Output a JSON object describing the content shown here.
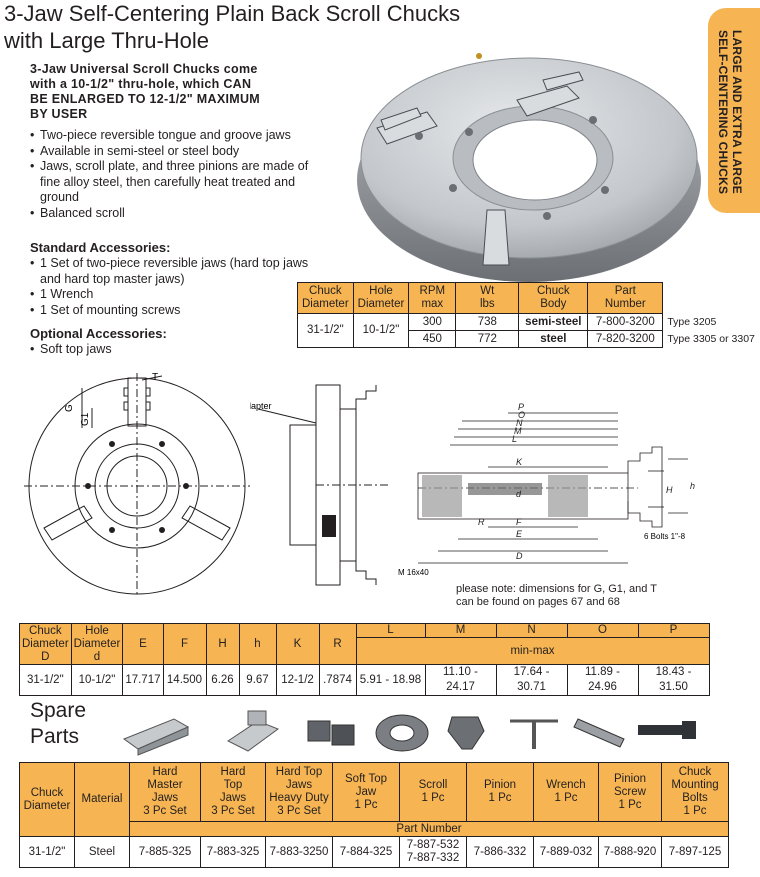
{
  "header": {
    "title_line1": "3-Jaw Self-Centering Plain Back Scroll Chucks",
    "title_line2": "with Large Thru-Hole"
  },
  "side_tab": {
    "line1": "LARGE AND EXTRA LARGE",
    "line2": "SELF-CENTERING CHUCKS"
  },
  "intro": {
    "line1": "3-Jaw Universal Scroll Chucks come",
    "line2": "with a 10-1/2\" thru-hole, which CAN",
    "line3": "BE ENLARGED TO 12-1/2\" MAXIMUM",
    "line4": "BY USER"
  },
  "features": [
    "Two-piece reversible tongue and groove jaws",
    "Available in semi-steel or steel body",
    "Jaws, scroll plate, and three pinions are made of fine alloy steel, then carefully heat treated and ground",
    "Balanced scroll"
  ],
  "standard_accessories": {
    "heading": "Standard Accessories:",
    "items": [
      "1 Set of two-piece reversible jaws (hard top jaws and hard top master jaws)",
      "1 Wrench",
      "1 Set of mounting screws"
    ]
  },
  "optional_accessories": {
    "heading": "Optional Accessories:",
    "items": [
      "Soft top jaws"
    ]
  },
  "spec_table": {
    "headers": {
      "chuck_diameter": [
        "Chuck",
        "Diameter"
      ],
      "hole_diameter": [
        "Hole",
        "Diameter"
      ],
      "rpm": [
        "RPM",
        "max"
      ],
      "wt": [
        "Wt",
        "lbs"
      ],
      "body": [
        "Chuck",
        "Body"
      ],
      "part": [
        "Part",
        "Number"
      ]
    },
    "chuck_diameter": "31-1/2\"",
    "hole_diameter": "10-1/2\"",
    "rows": [
      {
        "rpm": "300",
        "wt": "738",
        "body": "semi-steel",
        "part": "7-800-3200",
        "type": "Type 3205"
      },
      {
        "rpm": "450",
        "wt": "772",
        "body": "steel",
        "part": "7-820-3200",
        "type": "Type 3305 or 3307"
      }
    ]
  },
  "drawing": {
    "label_adapter": "Adapter",
    "label_g": "G",
    "label_g1": "G1",
    "label_t": "T",
    "label_bolts": "6 Bolts 1\"-8",
    "label_m": "M 16x40",
    "dims": [
      "P",
      "O",
      "N",
      "M",
      "L",
      "K",
      "d",
      "F",
      "E",
      "D",
      "R",
      "H",
      "h"
    ]
  },
  "note": {
    "line1": "please note: dimensions for G, G1, and T",
    "line2": "can be found on pages 67 and 68"
  },
  "dim_table": {
    "headers": {
      "chuck": [
        "Chuck",
        "Diameter",
        "D"
      ],
      "hole": [
        "Hole",
        "Diameter",
        "d"
      ],
      "cols": [
        "E",
        "F",
        "H",
        "h",
        "K",
        "R"
      ],
      "ranges": [
        "L",
        "M",
        "N",
        "O",
        "P"
      ],
      "minmax": "min-max"
    },
    "row": [
      "31-1/2\"",
      "10-1/2\"",
      "17.717",
      "14.500",
      "6.26",
      "9.67",
      "12-1/2",
      ".7874",
      "5.91 - 18.98",
      "11.10 - 24.17",
      "17.64 - 30.71",
      "11.89 - 24.96",
      "18.43 - 31.50"
    ]
  },
  "spare": {
    "title_line1": "Spare",
    "title_line2": "Parts",
    "headers": {
      "chuck": [
        "Chuck",
        "Diameter"
      ],
      "material": "Material",
      "hard_master": [
        "Hard",
        "Master",
        "Jaws",
        "3 Pc Set"
      ],
      "hard_top": [
        "Hard",
        "Top",
        "Jaws",
        "3 Pc Set"
      ],
      "hard_top_hd": [
        "Hard Top",
        "Jaws",
        "Heavy Duty",
        "3 Pc Set"
      ],
      "soft_top": [
        "Soft Top",
        "Jaw",
        "1 Pc"
      ],
      "scroll": [
        "Scroll",
        "1 Pc"
      ],
      "pinion": [
        "Pinion",
        "1 Pc"
      ],
      "wrench": [
        "Wrench",
        "1 Pc"
      ],
      "pinion_screw": [
        "Pinion",
        "Screw",
        "1 Pc"
      ],
      "bolts": [
        "Chuck",
        "Mounting",
        "Bolts",
        "1 Pc"
      ],
      "part_number": "Part Number"
    },
    "row": {
      "chuck": "31-1/2\"",
      "material": "Steel",
      "hard_master": "7-885-325",
      "hard_top": "7-883-325",
      "hard_top_hd": "7-883-3250",
      "soft_top": "7-884-325",
      "scroll_1": "7-887-532",
      "scroll_2": "7-887-332",
      "pinion": "7-886-332",
      "wrench": "7-889-032",
      "pinion_screw": "7-888-920",
      "bolts": "7-897-125"
    }
  },
  "colors": {
    "accent": "#f6b552",
    "text": "#231f20"
  }
}
